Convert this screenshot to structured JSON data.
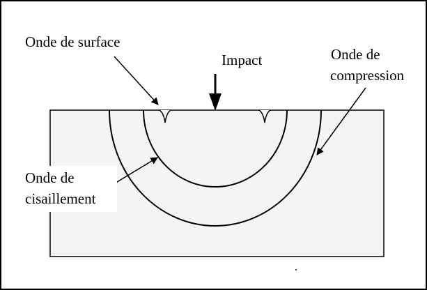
{
  "labels": {
    "surface_wave": "Onde de surface",
    "impact": "Impact",
    "compression_wave_line1": "Onde de",
    "compression_wave_line2": "compression",
    "shear_wave_line1": "Onde de",
    "shear_wave_line2": "cisaillement"
  },
  "colors": {
    "stroke": "#000000",
    "block_fill": "#f4f4f4",
    "background": "#ffffff",
    "label_background": "#ffffff"
  }
}
